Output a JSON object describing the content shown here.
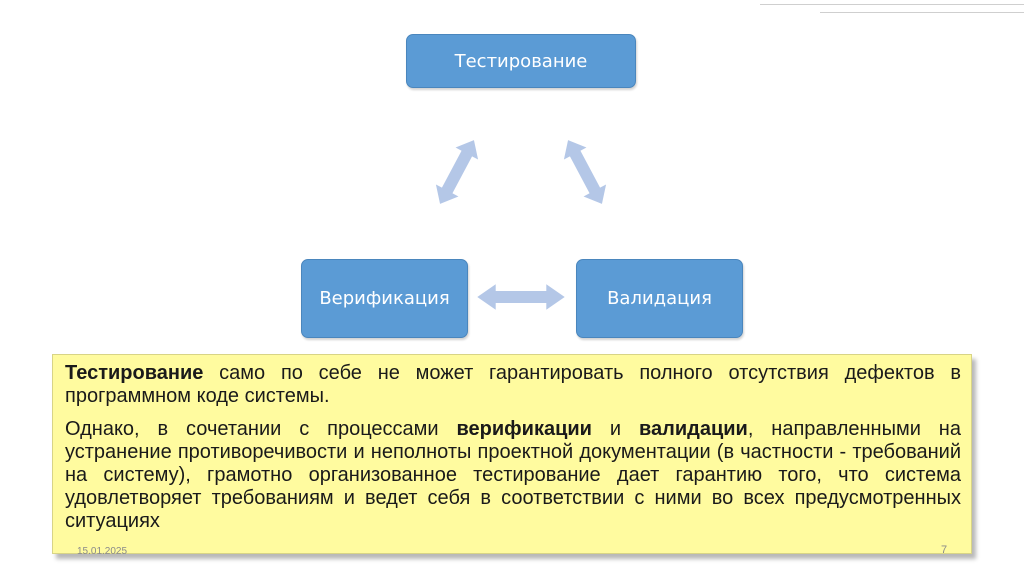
{
  "diagram": {
    "top_node": "Тестирование",
    "left_node": "Верификация",
    "right_node": "Валидация",
    "node_color": "#5b9bd5",
    "arrow_color": "#b4c7e7"
  },
  "note": {
    "p1_bold": "Тестирование",
    "p1_rest": " само по себе не может гарантировать полного отсутствия дефектов в программном коде системы.",
    "p2_start": "Однако, в сочетании с процессами ",
    "p2_bold1": "верификации",
    "p2_mid": " и ",
    "p2_bold2": "валидации",
    "p2_end": ", направленными на устранение противоречивости и неполноты проектной документации (в частности - требований на систему), грамотно организованное тестирование дает гарантию того, что система удовлетворяет требованиям и ведет себя в соответствии с ними во всех предусмотренных ситуациях",
    "background": "#fffb9f"
  },
  "footer": {
    "date": "15.01.2025",
    "page": "7"
  }
}
